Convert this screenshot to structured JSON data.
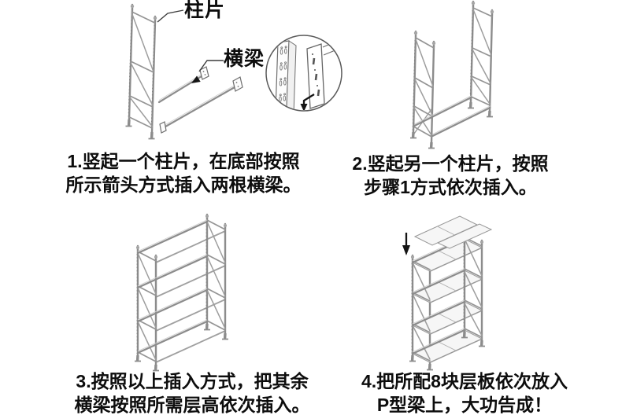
{
  "colors": {
    "background": "#ffffff",
    "line_art": "#8c8c8c",
    "text": "#0d0d0d",
    "arrow": "#141414",
    "panel_fill": "#f6f6f6"
  },
  "part_labels": {
    "column_piece": "柱片",
    "beam": "横梁"
  },
  "steps": [
    {
      "number": "1",
      "caption_line1": "1.竖起一个柱片，在底部按照",
      "caption_line2": "所示箭头方式插入两根横梁。",
      "diagram": "single-column-frame-with-two-bottom-beams-and-hole-detail-inset"
    },
    {
      "number": "2",
      "caption_line1": "2.竖起另一个柱片，按照",
      "caption_line2": "步骤1方式依次插入。",
      "diagram": "two-column-frames-joined-by-bottom-beams"
    },
    {
      "number": "3",
      "caption_line1": "3.按照以上插入方式，把其余",
      "caption_line2": "横梁按照所需层高依次插入。",
      "diagram": "rack-frame-with-four-beam-levels"
    },
    {
      "number": "4",
      "caption_line1": "4.把所配8块层板依次放入",
      "caption_line2": "P型梁上，大功告成！",
      "diagram": "finished-rack-with-shelf-panels-being-placed"
    }
  ]
}
